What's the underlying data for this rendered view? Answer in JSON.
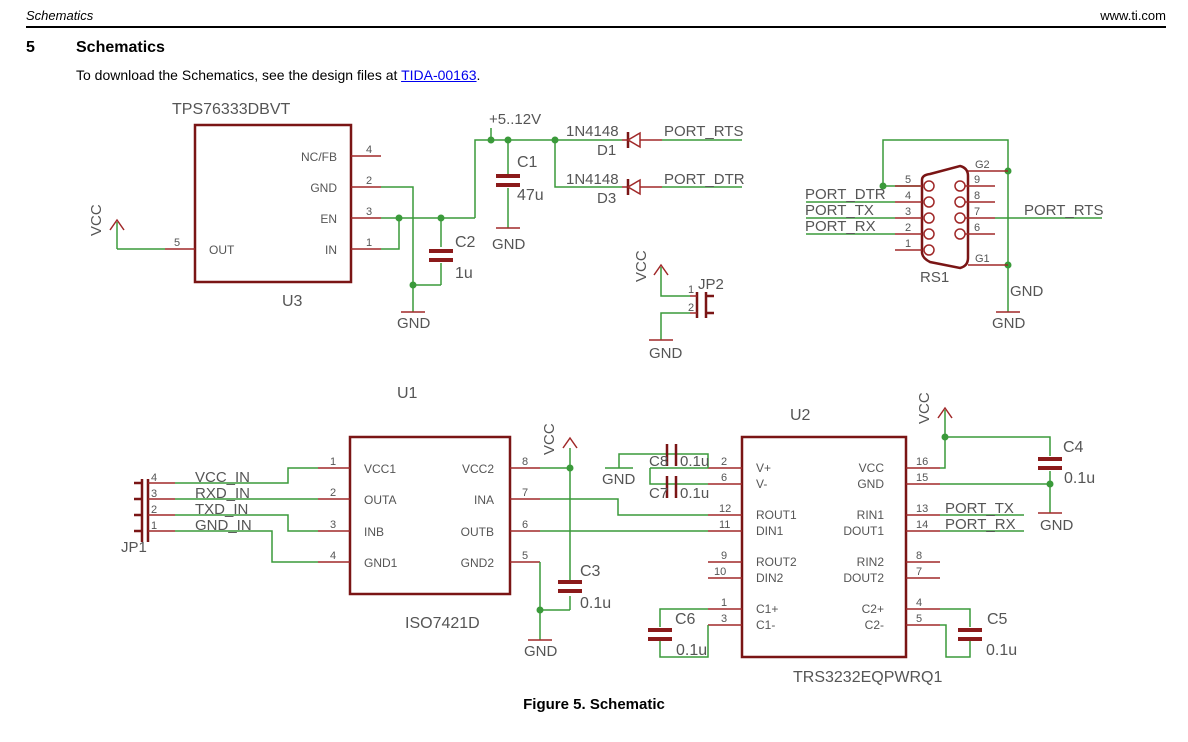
{
  "header": {
    "left": "Schematics",
    "right": "www.ti.com"
  },
  "section": {
    "number": "5",
    "title": "Schematics"
  },
  "intro": {
    "text": "To download the Schematics, see the design files at ",
    "link": "TIDA-00163",
    "suffix": "."
  },
  "caption": "Figure 5. Schematic",
  "schematic": {
    "u3": {
      "part": "TPS76333DBVT",
      "ref": "U3",
      "pins": [
        "NC/FB",
        "GND",
        "EN",
        "IN",
        "OUT"
      ],
      "pin_numbers": [
        "4",
        "2",
        "3",
        "1",
        "5"
      ]
    },
    "c1": {
      "ref": "C1",
      "value": "47u"
    },
    "c2": {
      "ref": "C2",
      "value": "1u"
    },
    "supply": "+5..12V",
    "d1": {
      "ref": "D1",
      "part": "1N4148",
      "net": "PORT_RTS"
    },
    "d3": {
      "ref": "D3",
      "part": "1N4148",
      "net": "PORT_DTR"
    },
    "jp2": {
      "ref": "JP2",
      "pins": [
        "1",
        "2"
      ]
    },
    "rs1": {
      "ref": "RS1",
      "pins_left": [
        "5",
        "4",
        "3",
        "2",
        "1"
      ],
      "pins_right": [
        "9",
        "8",
        "7",
        "6"
      ],
      "g2": "G2",
      "g1": "G1",
      "nets_left": [
        "PORT_DTR",
        "PORT_TX",
        "PORT_RX"
      ],
      "net_right": "PORT_RTS"
    },
    "u1": {
      "ref": "U1",
      "part": "ISO7421D",
      "pins_left": [
        "VCC1",
        "OUTA",
        "INB",
        "GND1"
      ],
      "pins_right": [
        "VCC2",
        "INA",
        "OUTB",
        "GND2"
      ],
      "num_left": [
        "1",
        "2",
        "3",
        "4"
      ],
      "num_right": [
        "8",
        "7",
        "6",
        "5"
      ]
    },
    "jp1": {
      "ref": "JP1",
      "pins": [
        "4",
        "3",
        "2",
        "1"
      ],
      "nets": [
        "VCC_IN",
        "RXD_IN",
        "TXD_IN",
        "GND_IN"
      ]
    },
    "c3": {
      "ref": "C3",
      "value": "0.1u"
    },
    "c4": {
      "ref": "C4",
      "value": "0.1u"
    },
    "c5": {
      "ref": "C5",
      "value": "0.1u"
    },
    "c6": {
      "ref": "C6",
      "value": "0.1u"
    },
    "c7": {
      "ref": "C7",
      "value": "0.1u"
    },
    "c8": {
      "ref": "C8",
      "value": "0.1u"
    },
    "u2": {
      "ref": "U2",
      "part": "TRS3232EQPWRQ1",
      "pins_left": [
        "V+",
        "V-",
        "ROUT1",
        "DIN1",
        "ROUT2",
        "DIN2",
        "C1+",
        "C1-"
      ],
      "num_left": [
        "2",
        "6",
        "12",
        "11",
        "9",
        "10",
        "1",
        "3"
      ],
      "pins_right": [
        "VCC",
        "GND",
        "RIN1",
        "DOUT1",
        "RIN2",
        "DOUT2",
        "C2+",
        "C2-"
      ],
      "num_right": [
        "16",
        "15",
        "13",
        "14",
        "8",
        "7",
        "4",
        "5"
      ],
      "nets_right": [
        "PORT_TX",
        "PORT_RX"
      ]
    },
    "power": {
      "vcc": "VCC",
      "gnd": "GND"
    }
  }
}
